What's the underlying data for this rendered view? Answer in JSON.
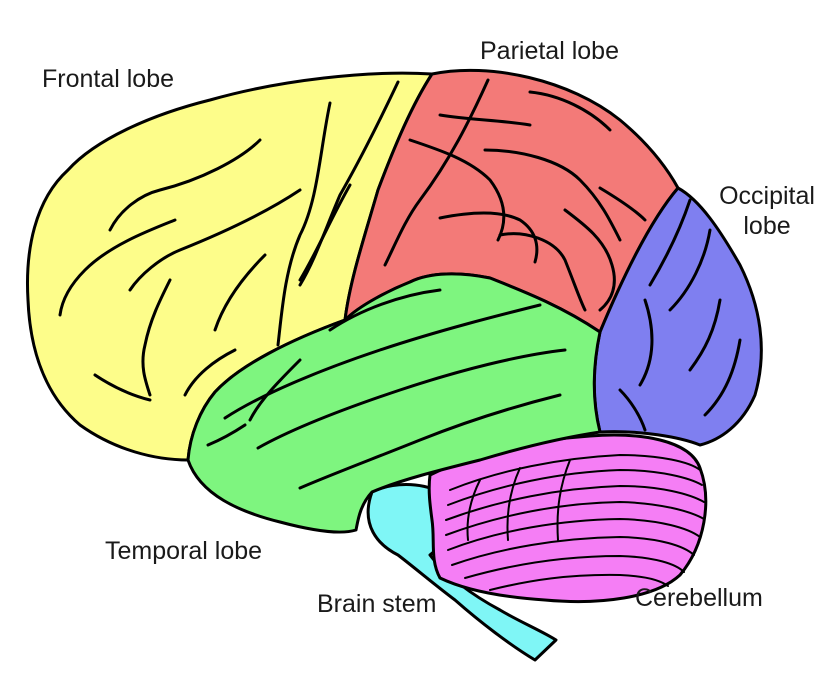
{
  "labels": {
    "frontal": "Frontal lobe",
    "parietal": "Parietal lobe",
    "occipital": "Occipital lobe",
    "temporal": "Temporal lobe",
    "brain_stem": "Brain stem",
    "cerebellum": "Cerebellum"
  },
  "colors": {
    "frontal": "#fdfd8a",
    "parietal": "#f37a78",
    "occipital": "#7f7ff0",
    "temporal": "#7ef57f",
    "cerebellum": "#f57ef5",
    "brain_stem": "#7ff6f6"
  }
}
